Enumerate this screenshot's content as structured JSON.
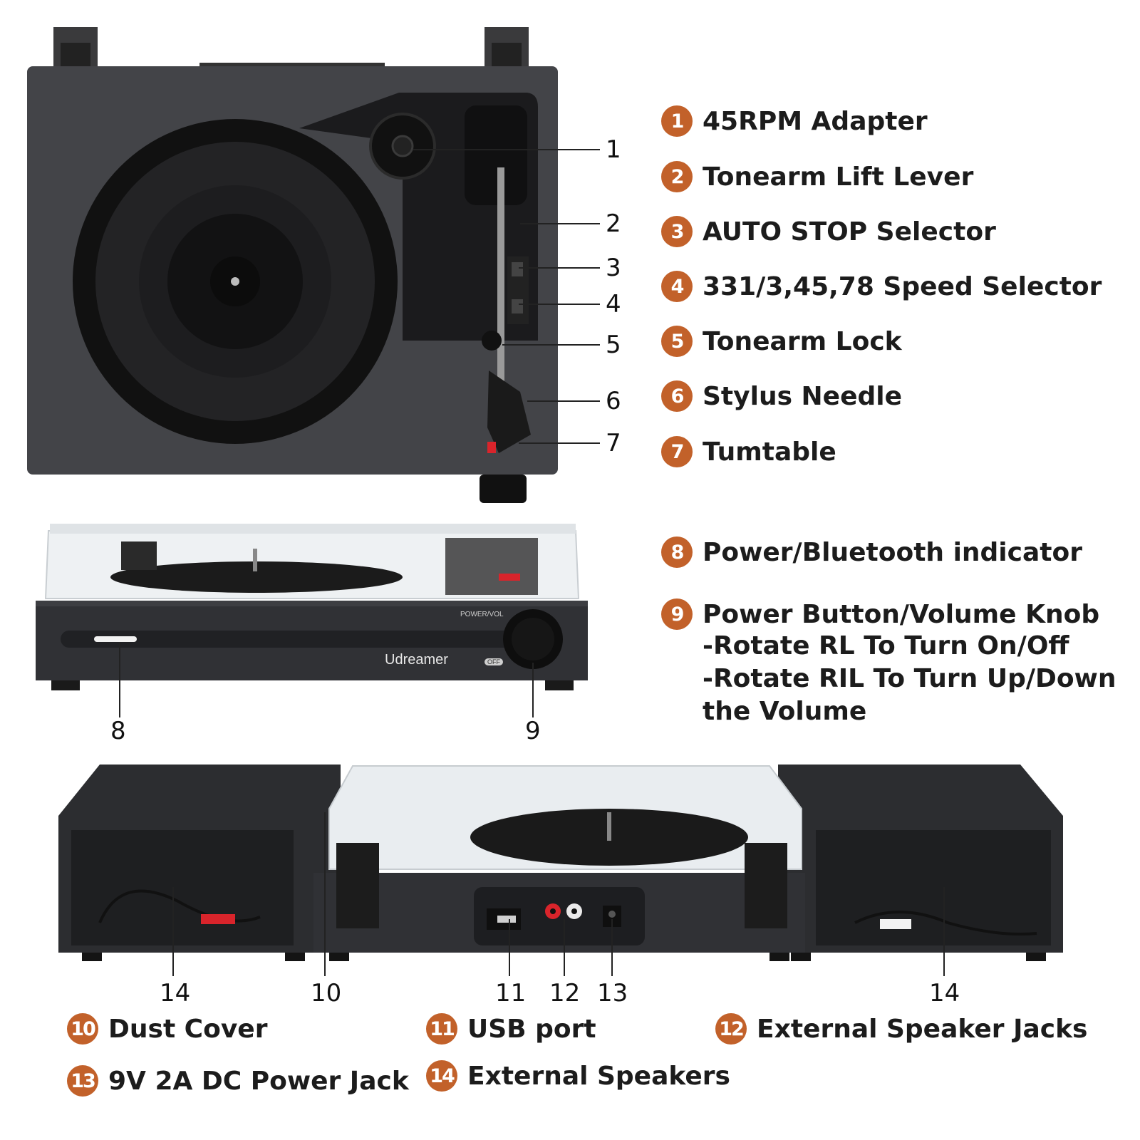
{
  "legend": {
    "items": [
      {
        "num": "1",
        "label": "45RPM Adapter"
      },
      {
        "num": "2",
        "label": "Tonearm Lift Lever"
      },
      {
        "num": "3",
        "label": "AUTO STOP Selector"
      },
      {
        "num": "4",
        "label": "331/3,45,78 Speed Selector"
      },
      {
        "num": "5",
        "label": "Tonearm Lock"
      },
      {
        "num": "6",
        "label": "Stylus Needle"
      },
      {
        "num": "7",
        "label": "Tumtable"
      },
      {
        "num": "8",
        "label": "Power/Bluetooth indicator"
      },
      {
        "num": "9",
        "label": "Power Button/Volume Knob"
      },
      {
        "num": "10",
        "label": "Dust Cover"
      },
      {
        "num": "11",
        "label": "USB port"
      },
      {
        "num": "12",
        "label": "External Speaker Jacks"
      },
      {
        "num": "13",
        "label": "9V 2A DC Power Jack"
      },
      {
        "num": "14",
        "label": "External Speakers"
      }
    ],
    "item9_details": [
      "-Rotate RL To Turn On/Off",
      "-Rotate RIL To Turn Up/Down",
      "the Volume"
    ]
  },
  "callouts": {
    "top": [
      "1",
      "2",
      "3",
      "4",
      "5",
      "6",
      "7"
    ],
    "front": [
      "8",
      "9"
    ],
    "back": [
      "14",
      "10",
      "11",
      "12",
      "13",
      "14"
    ]
  },
  "device": {
    "brand": "Udreamer",
    "knob_label": "POWER/VOL",
    "off_label": "OFF"
  },
  "colors": {
    "badge": "#c2612a",
    "body": "#2e2f33",
    "accent_red": "#d9242b"
  }
}
